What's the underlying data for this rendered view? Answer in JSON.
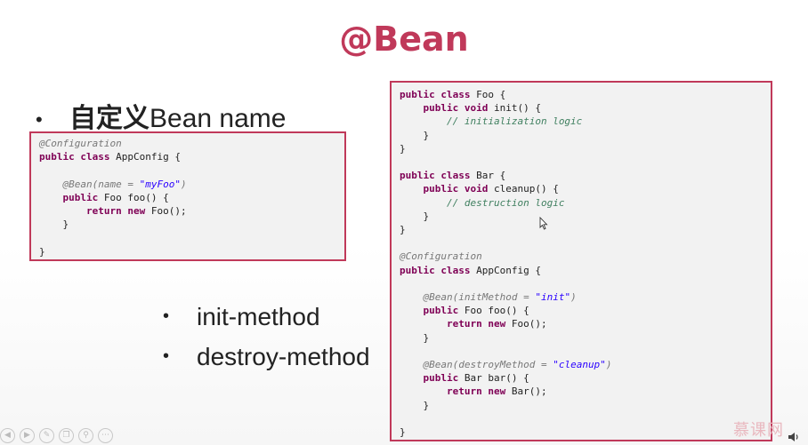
{
  "slide": {
    "title": "@Bean",
    "bullet_main": {
      "bullet": "•",
      "bold": "自定义",
      "rest": "Bean name"
    },
    "sub_bullets": [
      {
        "bullet": "•",
        "text": "init-method"
      },
      {
        "bullet": "•",
        "text": "destroy-method"
      }
    ]
  },
  "code_left": [
    [
      {
        "t": "@Configuration",
        "c": "an"
      }
    ],
    [
      {
        "t": "public",
        "c": "kw"
      },
      {
        "t": " "
      },
      {
        "t": "class",
        "c": "kw"
      },
      {
        "t": " AppConfig {"
      }
    ],
    [],
    [
      {
        "t": "    "
      },
      {
        "t": "@Bean(name = ",
        "c": "an"
      },
      {
        "t": "\"myFoo\"",
        "c": "st"
      },
      {
        "t": ")",
        "c": "an"
      }
    ],
    [
      {
        "t": "    "
      },
      {
        "t": "public",
        "c": "kw"
      },
      {
        "t": " Foo foo() {"
      }
    ],
    [
      {
        "t": "        "
      },
      {
        "t": "return",
        "c": "kw"
      },
      {
        "t": " "
      },
      {
        "t": "new",
        "c": "kw"
      },
      {
        "t": " Foo();"
      }
    ],
    [
      {
        "t": "    }"
      }
    ],
    [],
    [
      {
        "t": "}"
      }
    ]
  ],
  "code_right": [
    [
      {
        "t": "public",
        "c": "kw"
      },
      {
        "t": " "
      },
      {
        "t": "class",
        "c": "kw"
      },
      {
        "t": " Foo {"
      }
    ],
    [
      {
        "t": "    "
      },
      {
        "t": "public",
        "c": "kw"
      },
      {
        "t": " "
      },
      {
        "t": "void",
        "c": "kw"
      },
      {
        "t": " init() {"
      }
    ],
    [
      {
        "t": "        "
      },
      {
        "t": "// initialization logic",
        "c": "cm"
      }
    ],
    [
      {
        "t": "    }"
      }
    ],
    [
      {
        "t": "}"
      }
    ],
    [],
    [
      {
        "t": "public",
        "c": "kw"
      },
      {
        "t": " "
      },
      {
        "t": "class",
        "c": "kw"
      },
      {
        "t": " Bar {"
      }
    ],
    [
      {
        "t": "    "
      },
      {
        "t": "public",
        "c": "kw"
      },
      {
        "t": " "
      },
      {
        "t": "void",
        "c": "kw"
      },
      {
        "t": " cleanup() {"
      }
    ],
    [
      {
        "t": "        "
      },
      {
        "t": "// destruction logic",
        "c": "cm"
      }
    ],
    [
      {
        "t": "    }"
      }
    ],
    [
      {
        "t": "}"
      }
    ],
    [],
    [
      {
        "t": "@Configuration",
        "c": "an"
      }
    ],
    [
      {
        "t": "public",
        "c": "kw"
      },
      {
        "t": " "
      },
      {
        "t": "class",
        "c": "kw"
      },
      {
        "t": " AppConfig {"
      }
    ],
    [],
    [
      {
        "t": "    "
      },
      {
        "t": "@Bean(initMethod = ",
        "c": "an"
      },
      {
        "t": "\"init\"",
        "c": "st"
      },
      {
        "t": ")",
        "c": "an"
      }
    ],
    [
      {
        "t": "    "
      },
      {
        "t": "public",
        "c": "kw"
      },
      {
        "t": " Foo foo() {"
      }
    ],
    [
      {
        "t": "        "
      },
      {
        "t": "return",
        "c": "kw"
      },
      {
        "t": " "
      },
      {
        "t": "new",
        "c": "kw"
      },
      {
        "t": " Foo();"
      }
    ],
    [
      {
        "t": "    }"
      }
    ],
    [],
    [
      {
        "t": "    "
      },
      {
        "t": "@Bean(destroyMethod = ",
        "c": "an"
      },
      {
        "t": "\"cleanup\"",
        "c": "st"
      },
      {
        "t": ")",
        "c": "an"
      }
    ],
    [
      {
        "t": "    "
      },
      {
        "t": "public",
        "c": "kw"
      },
      {
        "t": " Bar bar() {"
      }
    ],
    [
      {
        "t": "        "
      },
      {
        "t": "return",
        "c": "kw"
      },
      {
        "t": " "
      },
      {
        "t": "new",
        "c": "kw"
      },
      {
        "t": " Bar();"
      }
    ],
    [
      {
        "t": "    }"
      }
    ],
    [],
    [
      {
        "t": "}"
      }
    ]
  ],
  "bottom_toolbar": {
    "icons": [
      "prev-icon",
      "play-icon",
      "pen-icon",
      "copy-icon",
      "search-icon",
      "more-icon"
    ],
    "glyphs": [
      "◀",
      "▶",
      "✎",
      "❐",
      "⚲",
      "⋯"
    ]
  },
  "watermark": "慕课网",
  "speaker_icon": "speaker-icon",
  "colors": {
    "accent": "#c0395a",
    "keyword": "#7f0055",
    "comment": "#3f7f5f",
    "string": "#2a00ff",
    "annotation": "#777777"
  }
}
